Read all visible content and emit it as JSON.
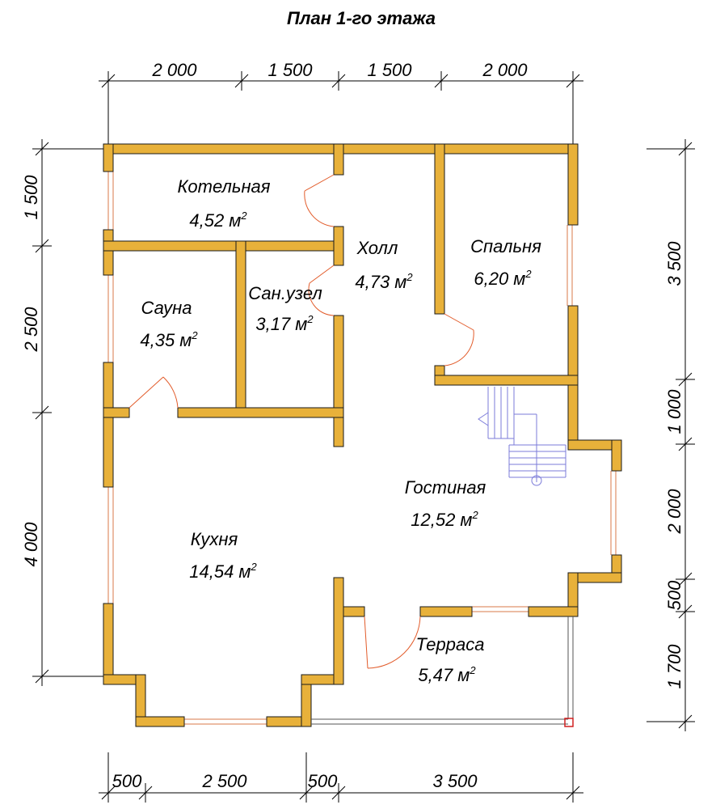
{
  "title": "План 1-го этажа",
  "colors": {
    "wall": "#e8b13a",
    "wall_outline": "#1a1a1a",
    "door": "#e25b2a",
    "stairs": "#7b7bd9",
    "window": "#d97a4a"
  },
  "dims": {
    "top": [
      "2 000",
      "1 500",
      "1 500",
      "2 000"
    ],
    "bottom": [
      "500",
      "2 500",
      "500",
      "3 500"
    ],
    "left": [
      "1 500",
      "2 500",
      "4 000"
    ],
    "right": [
      "3 500",
      "1 000",
      "2 000",
      "500",
      "1 700"
    ]
  },
  "rooms": [
    {
      "name": "Котельная",
      "area": "4,52 м",
      "sup": "2"
    },
    {
      "name": "Холл",
      "area": "4,73 м",
      "sup": "2"
    },
    {
      "name": "Спальня",
      "area": "6,20 м",
      "sup": "2"
    },
    {
      "name": "Сауна",
      "area": "4,35 м",
      "sup": "2"
    },
    {
      "name": "Сан.узел",
      "area": "3,17 м",
      "sup": "2"
    },
    {
      "name": "Гостиная",
      "area": "12,52 м",
      "sup": "2"
    },
    {
      "name": "Кухня",
      "area": "14,54 м",
      "sup": "2"
    },
    {
      "name": "Терраса",
      "area": "5,47 м",
      "sup": "2"
    }
  ]
}
